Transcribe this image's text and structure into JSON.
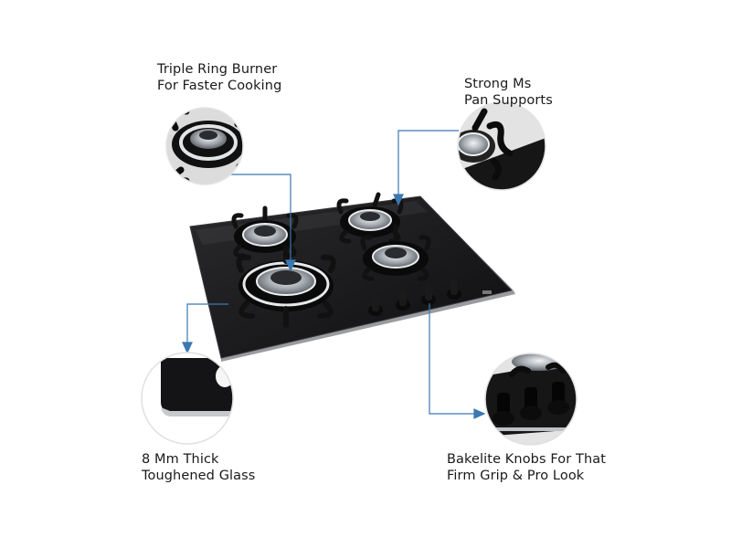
{
  "callouts": {
    "triple_ring": {
      "line1": "Triple Ring Burner",
      "line2": "For Faster Cooking"
    },
    "pan_supports": {
      "line1": "Strong Ms",
      "line2": "Pan Supports"
    },
    "glass": {
      "line1": "8 Mm Thick",
      "line2": "Toughened Glass"
    },
    "knobs": {
      "line1": "Bakelite Knobs For That",
      "line2": "Firm Grip & Pro Look"
    }
  },
  "colors": {
    "glass_top": "#1b1b1d",
    "pointer_line": "#3b78b0",
    "steel": "#c9cdd2",
    "cast_iron": "#121214",
    "background": "#ffffff"
  }
}
